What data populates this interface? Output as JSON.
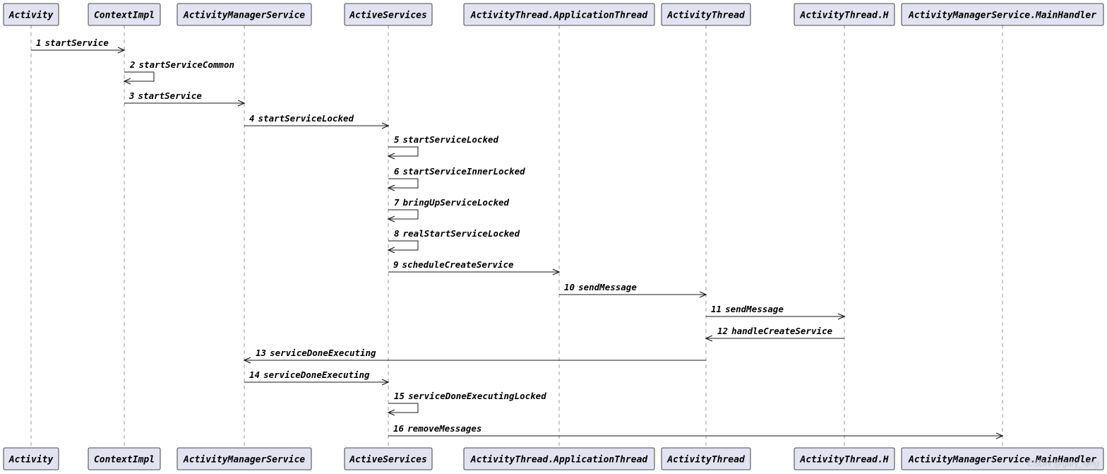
{
  "participants": [
    "Activity",
    "ContextImpl",
    "ActivityManagerService",
    "ActiveServices",
    "ActivityThread.ApplicationThread",
    "ActivityThread",
    "ActivityThread.H",
    "ActivityManagerService.MainHandler"
  ],
  "messages": [
    {
      "num": "1",
      "label": "startService",
      "from": 0,
      "to": 1
    },
    {
      "num": "2",
      "label": "startServiceCommon",
      "from": 1,
      "to": 1
    },
    {
      "num": "3",
      "label": "startService",
      "from": 1,
      "to": 2
    },
    {
      "num": "4",
      "label": "startServiceLocked",
      "from": 2,
      "to": 3
    },
    {
      "num": "5",
      "label": "startServiceLocked",
      "from": 3,
      "to": 3
    },
    {
      "num": "6",
      "label": "startServiceInnerLocked",
      "from": 3,
      "to": 3
    },
    {
      "num": "7",
      "label": "bringUpServiceLocked",
      "from": 3,
      "to": 3
    },
    {
      "num": "8",
      "label": "realStartServiceLocked",
      "from": 3,
      "to": 3
    },
    {
      "num": "9",
      "label": "scheduleCreateService",
      "from": 3,
      "to": 4
    },
    {
      "num": "10",
      "label": "sendMessage",
      "from": 4,
      "to": 5
    },
    {
      "num": "11",
      "label": "sendMessage",
      "from": 5,
      "to": 6
    },
    {
      "num": "12",
      "label": "handleCreateService",
      "from": 6,
      "to": 5
    },
    {
      "num": "13",
      "label": "serviceDoneExecuting",
      "from": 5,
      "to": 2
    },
    {
      "num": "14",
      "label": "serviceDoneExecuting",
      "from": 2,
      "to": 3
    },
    {
      "num": "15",
      "label": "serviceDoneExecutingLocked",
      "from": 3,
      "to": 3
    },
    {
      "num": "16",
      "label": "removeMessages",
      "from": 3,
      "to": 7
    }
  ],
  "watermark": "CSDN @gary_qing"
}
